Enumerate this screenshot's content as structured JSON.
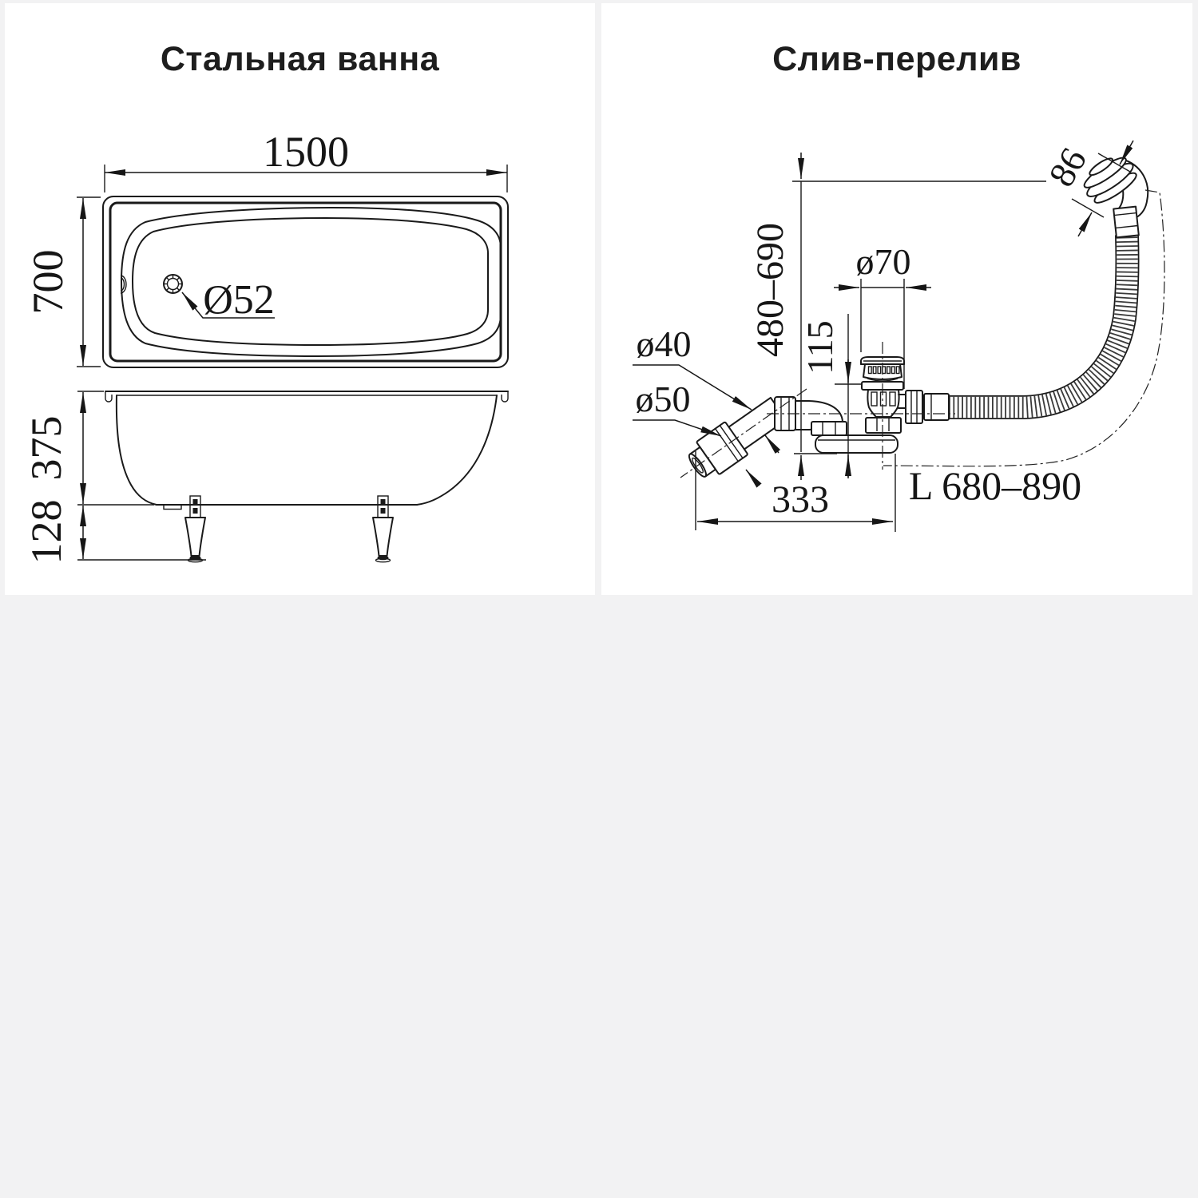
{
  "page": {
    "background": "#f2f2f3",
    "panel_background": "#ffffff",
    "line_color": "#1a1a1a"
  },
  "panels": {
    "bathtub": {
      "title": "Стальная ванна",
      "dims": {
        "length": "1500",
        "width": "700",
        "drain_hole": "Ø52",
        "depth": "375",
        "leg_height": "128"
      }
    },
    "drain": {
      "title": "Слив-перелив",
      "dims": {
        "overflow_face": "86",
        "height_range": "480–690",
        "cap_diameter": "ø70",
        "body_height": "115",
        "pipe_diameter": "ø40",
        "outlet_diameter": "ø50",
        "horizontal_offset": "333",
        "hose_length": "L 680–890"
      }
    }
  }
}
